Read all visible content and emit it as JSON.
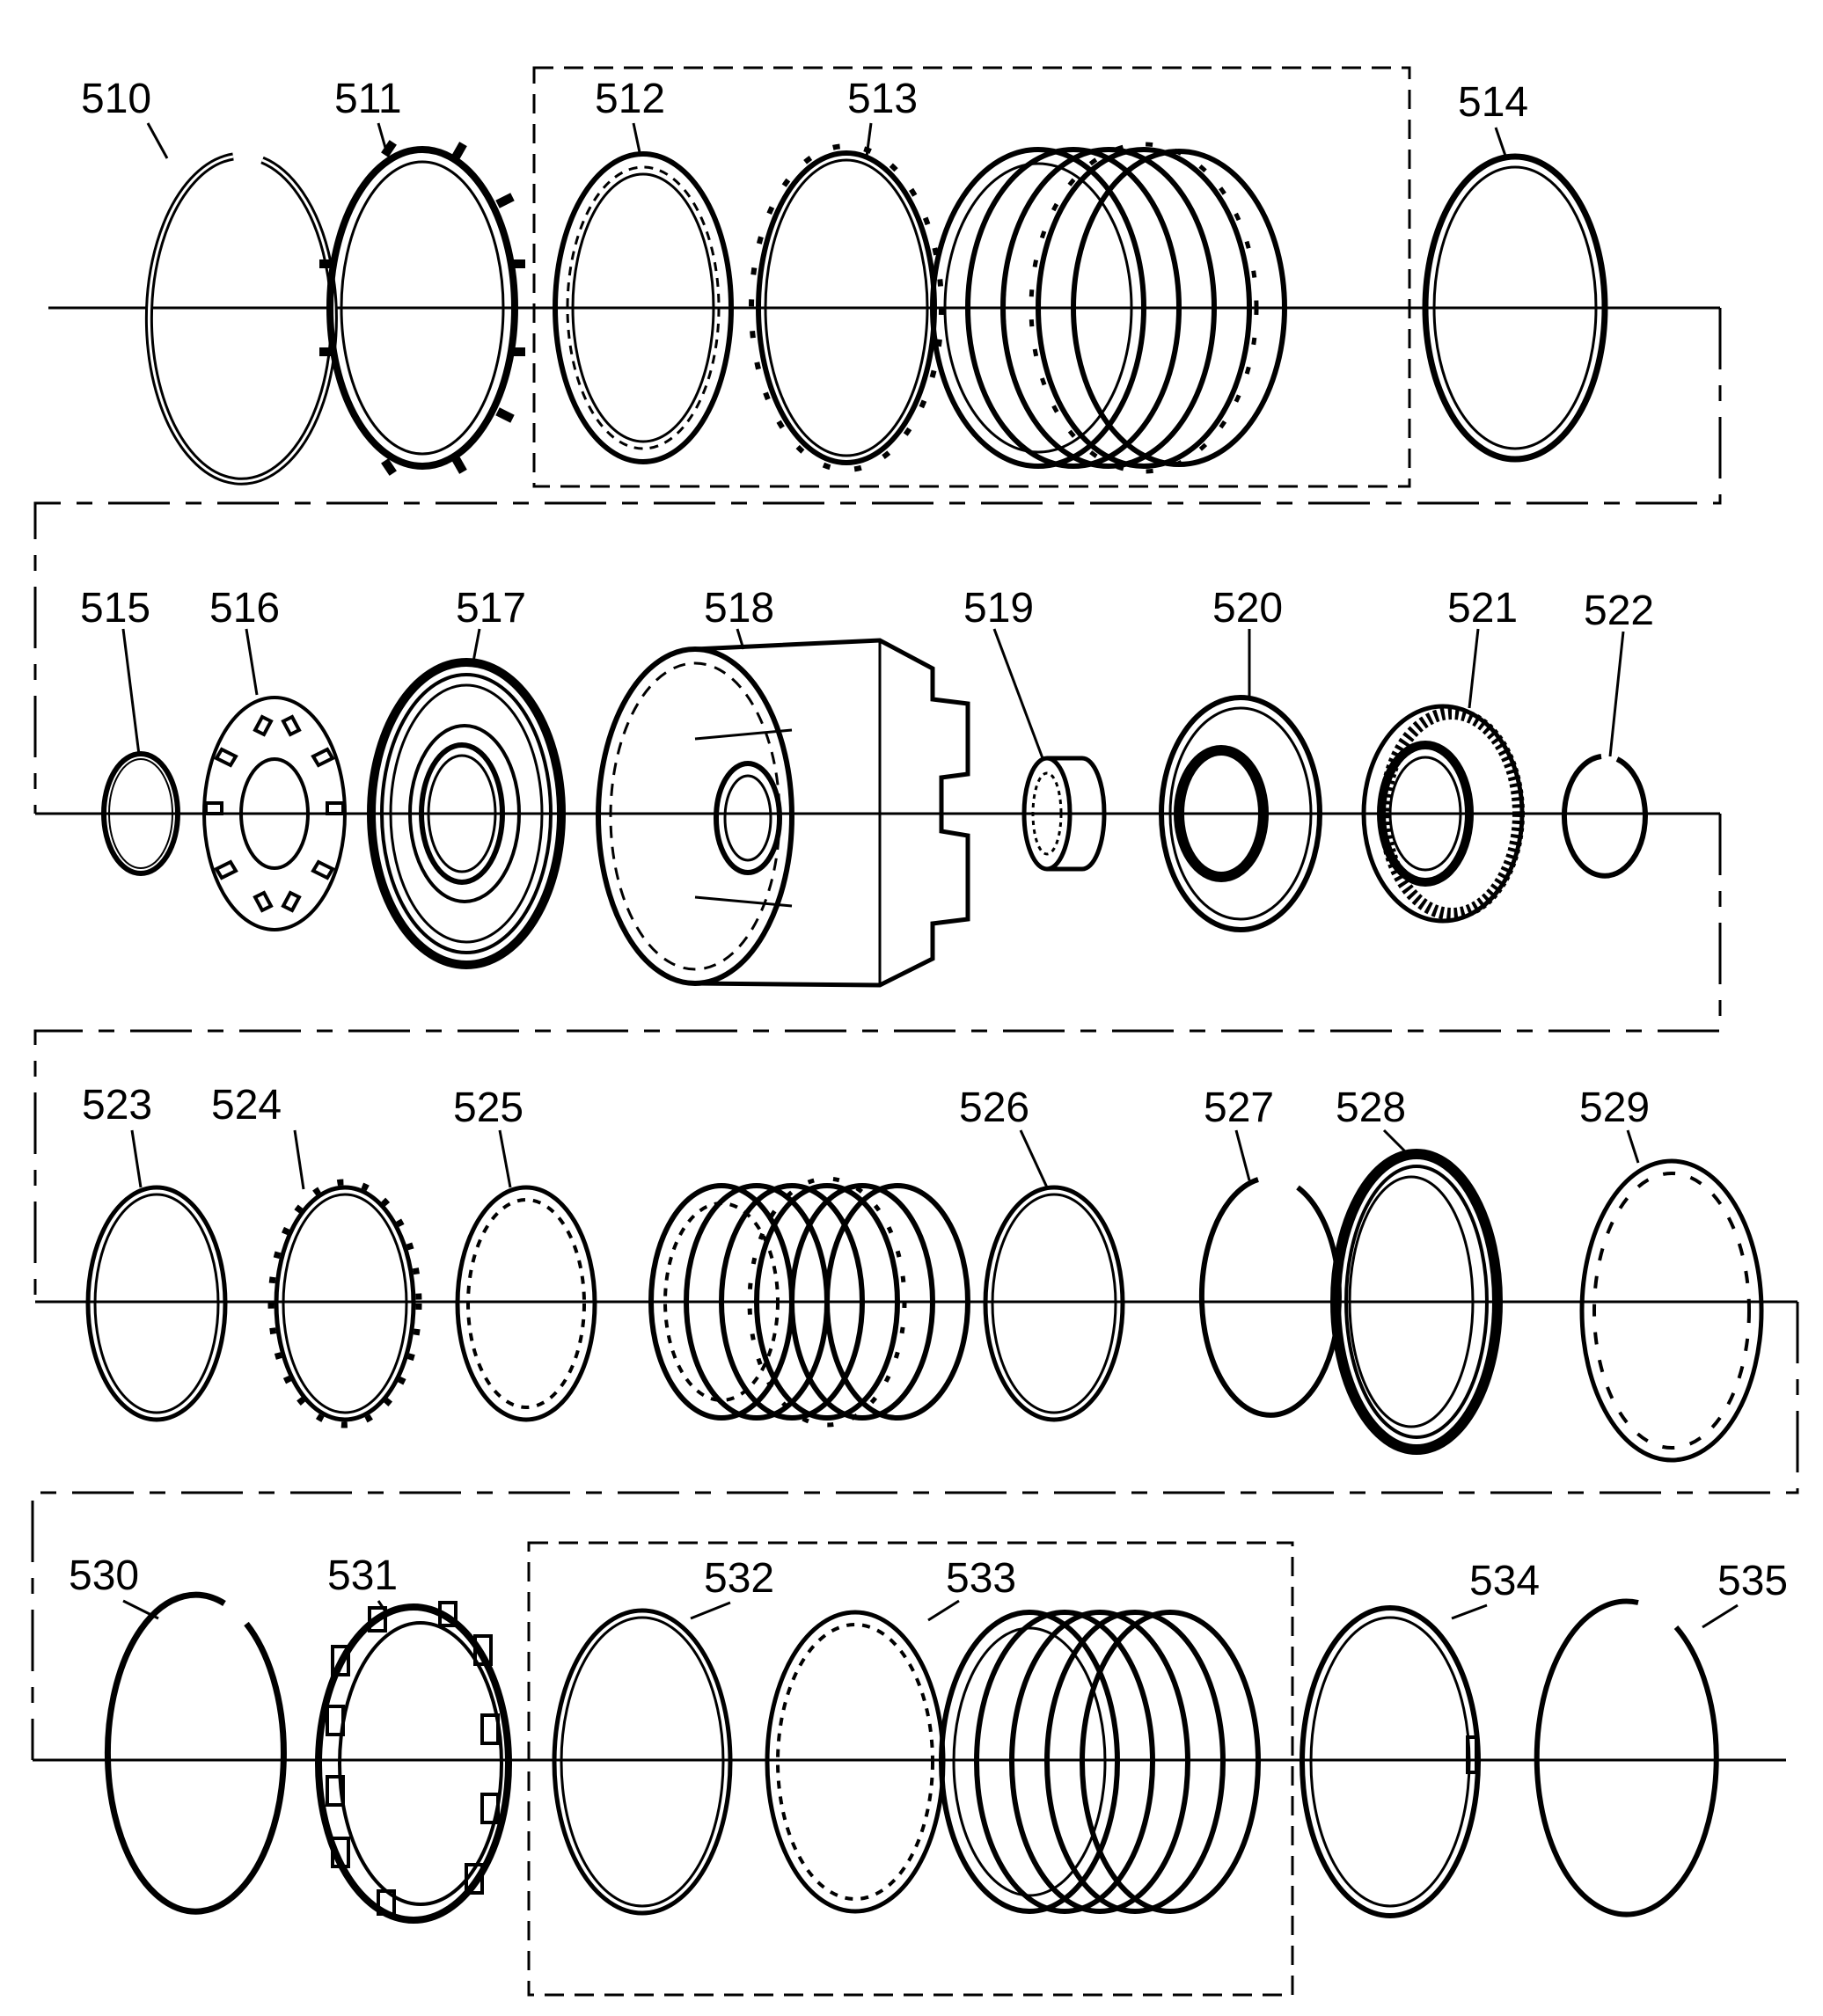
{
  "diagram": {
    "rows": [
      {
        "labels": [
          "510",
          "511",
          "512",
          "513",
          "514"
        ],
        "parts": [
          {
            "callout": "510",
            "kind": "split-ring"
          },
          {
            "callout": "511",
            "kind": "toothed-plate-outer"
          },
          {
            "callout": "512",
            "kind": "toothed-plate-inner"
          },
          {
            "callout": "513",
            "kind": "toothed-plate-outer"
          },
          {
            "callout": "",
            "kind": "plate-stack"
          },
          {
            "callout": "514",
            "kind": "wave-plate"
          }
        ]
      },
      {
        "labels": [
          "515",
          "516",
          "517",
          "518",
          "519",
          "520",
          "521",
          "522"
        ],
        "parts": [
          {
            "callout": "515",
            "kind": "small-snap-ring"
          },
          {
            "callout": "516",
            "kind": "spring-plate"
          },
          {
            "callout": "517",
            "kind": "piston"
          },
          {
            "callout": "518",
            "kind": "drum-housing"
          },
          {
            "callout": "519",
            "kind": "needle-bearing"
          },
          {
            "callout": "520",
            "kind": "seal"
          },
          {
            "callout": "521",
            "kind": "piston-seal"
          },
          {
            "callout": "522",
            "kind": "small-snap-ring"
          }
        ]
      },
      {
        "labels": [
          "523",
          "524",
          "525",
          "526",
          "527",
          "528",
          "529"
        ],
        "parts": [
          {
            "callout": "523",
            "kind": "plate"
          },
          {
            "callout": "524",
            "kind": "toothed-plate-outer"
          },
          {
            "callout": "525",
            "kind": "toothed-plate-inner"
          },
          {
            "callout": "",
            "kind": "plate-stack"
          },
          {
            "callout": "526",
            "kind": "plate"
          },
          {
            "callout": "527",
            "kind": "split-ring"
          },
          {
            "callout": "528",
            "kind": "piston-ring"
          },
          {
            "callout": "529",
            "kind": "spring-retainer"
          }
        ]
      },
      {
        "labels": [
          "530",
          "531",
          "532",
          "533",
          "534",
          "535"
        ],
        "parts": [
          {
            "callout": "530",
            "kind": "split-ring"
          },
          {
            "callout": "531",
            "kind": "spring-cage"
          },
          {
            "callout": "532",
            "kind": "plate"
          },
          {
            "callout": "533",
            "kind": "toothed-plate-inner"
          },
          {
            "callout": "",
            "kind": "plate-stack"
          },
          {
            "callout": "534",
            "kind": "plate"
          },
          {
            "callout": "535",
            "kind": "split-ring"
          }
        ]
      }
    ],
    "grouped_boxes": [
      {
        "row": 0,
        "contains": [
          "512",
          "513"
        ]
      },
      {
        "row": 3,
        "contains": [
          "532",
          "533"
        ]
      }
    ],
    "line_color": "#000000",
    "background_color": "#ffffff"
  }
}
